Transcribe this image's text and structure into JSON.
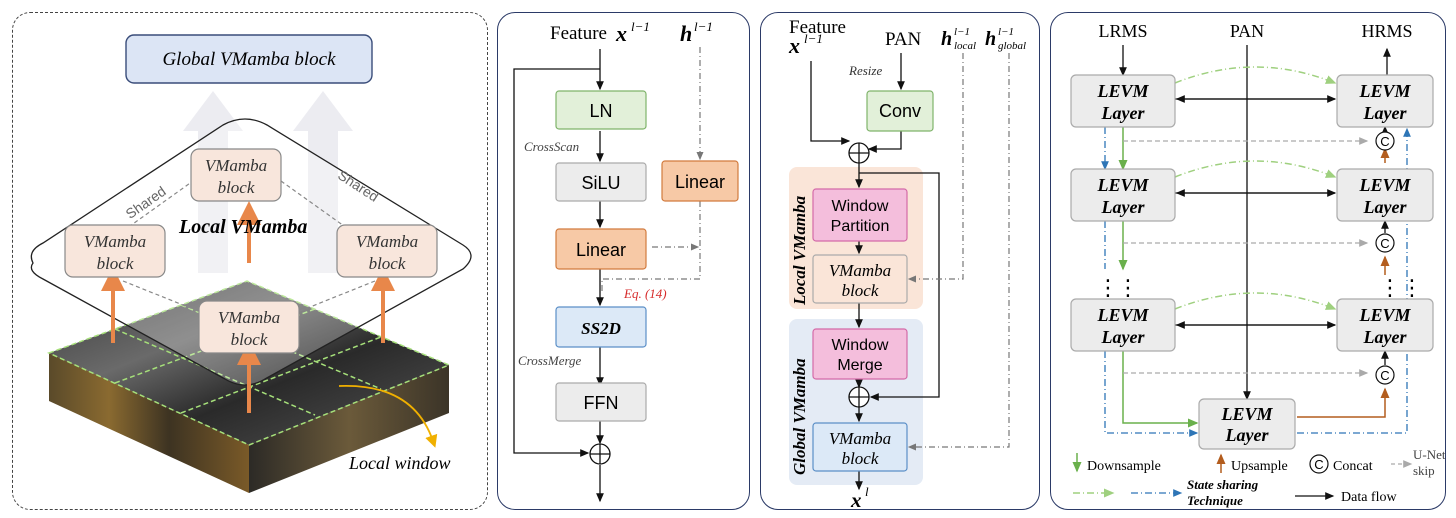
{
  "panel_a": {
    "global_block": "Global VMamba block",
    "local_title": "Local VMamba",
    "shared_left": "Shared",
    "shared_right": "Shared",
    "block_line1": "VMamba",
    "block_line2": "block",
    "local_window": "Local window"
  },
  "panel_b": {
    "feature_label": "Feature",
    "feature_var": "x",
    "feature_sup": "l−1",
    "h_var": "h",
    "h_sup": "l−1",
    "ln": "LN",
    "crossscan": "CrossScan",
    "silu": "SiLU",
    "linear_right": "Linear",
    "linear_left": "Linear",
    "eq": "Eq. (14)",
    "ss2d": "SS2D",
    "crossmerge": "CrossMerge",
    "ffn": "FFN",
    "oplus": "⊕"
  },
  "panel_c": {
    "feature_label": "Feature",
    "feature_var": "x",
    "feature_sup": "l−1",
    "pan": "PAN",
    "h_local_var": "h",
    "h_local_sup": "l−1",
    "h_local_sub": "local",
    "h_global_var": "h",
    "h_global_sup": "l−1",
    "h_global_sub": "global",
    "resize": "Resize",
    "conv": "Conv",
    "local_vmamba": "Local VMamba",
    "global_vmamba": "Global VMamba",
    "window_partition_1": "Window",
    "window_partition_2": "Partition",
    "vmamba_1": "VMamba",
    "vmamba_2": "block",
    "window_merge_1": "Window",
    "window_merge_2": "Merge",
    "vmamba_g_1": "VMamba",
    "vmamba_g_2": "block",
    "output_var": "x",
    "output_sup": "l",
    "oplus": "⊕"
  },
  "panel_d": {
    "lrms": "LRMS",
    "pan": "PAN",
    "hrms": "HRMS",
    "levm_1": "LEVM",
    "levm_2": "Layer",
    "concat": "C",
    "dots": "⋮",
    "legend": {
      "downsample": "Downsample",
      "upsample": "Upsample",
      "concat": "Concat",
      "unet_1": "U-Net",
      "unet_2": "skip",
      "state_1": "State sharing",
      "state_2": "Technique",
      "dataflow": "Data flow"
    }
  },
  "colors": {
    "frame": "#2b3a67",
    "ln_fill": "#e2f0d9",
    "ln_stroke": "#7fb36a",
    "linear_fill": "#f7c9a6",
    "linear_stroke": "#d27b3e",
    "ss2d_fill": "#dce9f7",
    "ss2d_stroke": "#5b8fc7",
    "gray_fill": "#ececec",
    "pink_fill": "#f4bedc",
    "pink_stroke": "#d46aa8",
    "conv_fill": "#e2f0d9",
    "orange_arrow": "#e8874a",
    "green_arrow": "#6ab04c",
    "brown_arrow": "#b35d1e",
    "blue_dash": "#2e75b6"
  }
}
